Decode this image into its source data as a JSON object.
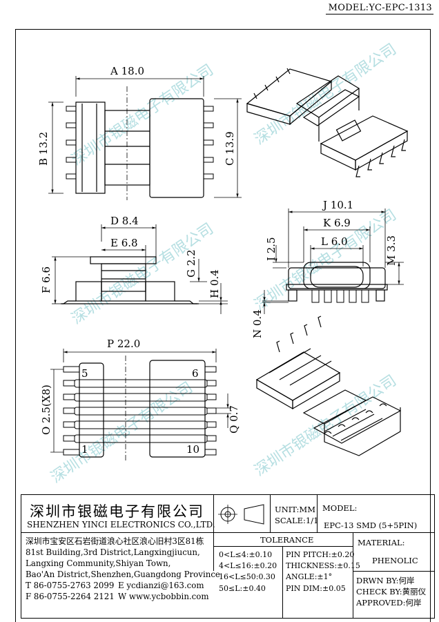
{
  "header": {
    "model_label": "MODEL:YC-EPC-1313"
  },
  "watermark": {
    "text": "深圳市银磁电子有限公司"
  },
  "dimensions": {
    "A": "A 18.0",
    "B": "B 13.2",
    "C": "C 13.9",
    "D": "D 8.4",
    "E": "E 6.8",
    "F": "F 6.6",
    "G": "G 2.2",
    "H": "H 0.4",
    "I": "I 2.5",
    "J": "J 10.1",
    "K": "K 6.9",
    "L": "L 6.0",
    "M": "M 3.3",
    "N": "N 0.4",
    "P": "P 22.0",
    "O": "O 2.5(X8)",
    "Q": "Q 0.7"
  },
  "pins": {
    "p5": "5",
    "p6": "6",
    "p1": "1",
    "p10": "10"
  },
  "title_block": {
    "company_cn": "深圳市银磁电子有限公司",
    "company_en": "SHENZHEN YINCI ELECTRONICS CO.,LTD.",
    "address_cn": "深圳市宝安区石岩街道浪心社区浪心旧村3区81栋",
    "address_en_1": "81st Building,3rd District,Langxingjiucun,",
    "address_en_2": "Langxing Community,Shiyan Town,",
    "address_en_3": "Bao'An District,Shenzhen,Guangdong Province",
    "tel": "T 86-0755-2763 2099",
    "email": "E ycdianzi@163.com",
    "fax": "F 86-0755-2264 2121",
    "web": "W www.ycbobbin.com",
    "unit": "UNIT:MM",
    "scale": "SCALE:1/1",
    "model_label": "MODEL:",
    "model_value": "EPC-13 SMD (5+5PIN)",
    "tolerance_label": "TOLERANCE",
    "tol_1": "0<L≤4:±0.10",
    "tol_2": "4<L≤16:±0.20",
    "tol_3": "16<L≤50:0.30",
    "tol_4": "50≤L:±0.40",
    "tol_5": "PIN PITCH:±0.20",
    "tol_6": "THICKNESS:±0.15",
    "tol_7": "ANGLE:±1°",
    "tol_8": "PIN DIM:±0.05",
    "material_label": "MATERIAL:",
    "material_value": "PHENOLIC",
    "drawn_by": "DRWN BY:何岸",
    "check_by": "CHECK BY:黄丽仪",
    "approved_by": "APPROVED:何岸"
  }
}
